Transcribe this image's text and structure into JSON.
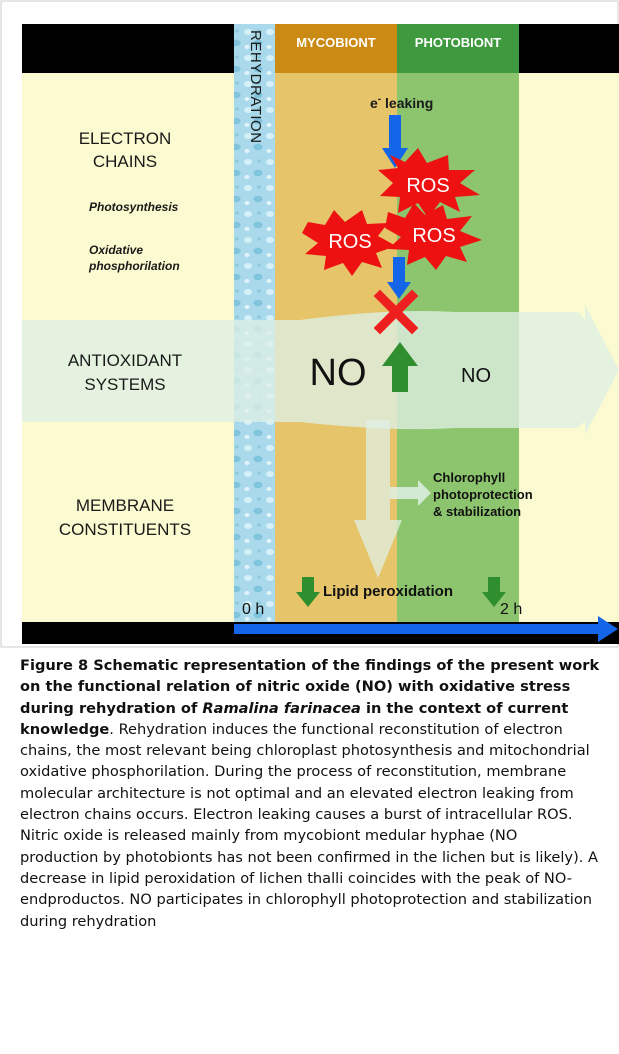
{
  "diagram": {
    "columns": {
      "rehydration": "REHYDRATION",
      "mycobiont": "MYCOBIONT",
      "photobiont": "PHOTOBIONT"
    },
    "left_labels": {
      "electron_chains": [
        "ELECTRON",
        "CHAINS"
      ],
      "photosynthesis": "Photosynthesis",
      "oxidative": [
        "Oxidative",
        "phosphorilation"
      ],
      "antioxidant": [
        "ANTIOXIDANT",
        "SYSTEMS"
      ],
      "membrane": [
        "MEMBRANE",
        "CONSTITUENTS"
      ]
    },
    "e_leaking": {
      "symbol": "e",
      "sup": "-",
      "text": " leaking"
    },
    "ros_label": "ROS",
    "no_large": "NO",
    "no_small": "NO",
    "chlorophyll": [
      "Chlorophyll",
      "photoprotection",
      "& stabilization"
    ],
    "lipid": "Lipid peroxidation",
    "time_start": "0 h",
    "time_end": "2 h",
    "colors": {
      "dark_bg": "#000000",
      "left_panel": "#fbfad0",
      "mycobiont_header": "#cb8a13",
      "mycobiont_body": "#e5c46a",
      "photobiont_header": "#3f9a3f",
      "photobiont_body": "#8dc56e",
      "water_strip": "#a8d8e8",
      "ros_star": "#ee1111",
      "blue_arrow": "#1565e8",
      "green_arrow": "#2f8f2f",
      "x_mark": "#ee1f1f"
    }
  },
  "caption": {
    "figure_label": "Figure 8",
    "bold_part1": " Schematic representation of the findings of the present work on the functional relation of nitric oxide (NO) with oxidative stress during rehydration of ",
    "bold_italic": "Ramalina farinacea",
    "bold_part2": " in the context of current knowledge",
    "body": ". Rehydration induces the functional reconstitution of electron chains, the most relevant being chloroplast photosynthesis and mitochondrial oxidative phosphorilation. During the process of reconstitution, membrane molecular architecture is not optimal and an elevated electron leaking from electron chains occurs. Electron leaking causes a burst of intracellular ROS. Nitric oxide is released mainly from mycobiont medular hyphae (NO production by photobionts has not been confirmed in the lichen but is likely). A decrease in lipid peroxidation of lichen thalli coincides with the peak of NO-endproductos. NO participates in chlorophyll photoprotection and stabilization during rehydration"
  }
}
